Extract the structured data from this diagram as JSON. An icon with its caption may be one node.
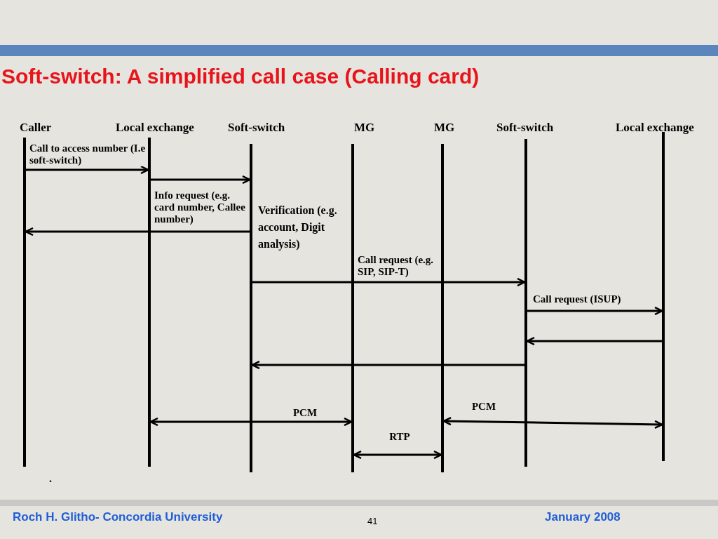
{
  "diagram": {
    "title": "Soft-switch: A simplified call case (Calling card)",
    "nodes": [
      {
        "text": [
          "Caller"
        ]
      },
      {
        "text": [
          "Local exchange"
        ]
      },
      {
        "text": [
          "Soft-switch"
        ]
      },
      {
        "text": [
          "MG"
        ]
      },
      {
        "text": [
          "MG"
        ]
      },
      {
        "text": [
          "Soft-switch"
        ]
      },
      {
        "text": [
          "Local exchange"
        ]
      }
    ],
    "edges": [
      {
        "from": 0,
        "to": 1,
        "arrow": "to",
        "label": "Call to access number (I.e soft-switch)"
      },
      {
        "from": 1,
        "to": 2,
        "arrow": "to"
      },
      {
        "from": 2,
        "to": 0,
        "arrow": "to",
        "label": "Info request (e.g. card number, Callee number)"
      },
      {
        "from": 2,
        "to": 5,
        "arrow": "to",
        "label": "Call request (e.g. SIP, SIP-T)"
      },
      {
        "from": 5,
        "to": 6,
        "arrow": "to",
        "label": "Call request (ISUP)"
      },
      {
        "from": 6,
        "to": 5,
        "arrow": "to"
      },
      {
        "from": 5,
        "to": 2,
        "arrow": "to"
      },
      {
        "from": 1,
        "to": 3,
        "arrow": "both",
        "label": "PCM"
      },
      {
        "from": 3,
        "to": 4,
        "arrow": "both",
        "label": "RTP"
      },
      {
        "from": 4,
        "to": 6,
        "arrow": "both",
        "label": "PCM"
      }
    ],
    "labels": [
      "Verification (e.g. account, Digit analysis)",
      ".",
      "Roch H. Glitho- Concordia University",
      "41",
      "January 2008"
    ]
  }
}
